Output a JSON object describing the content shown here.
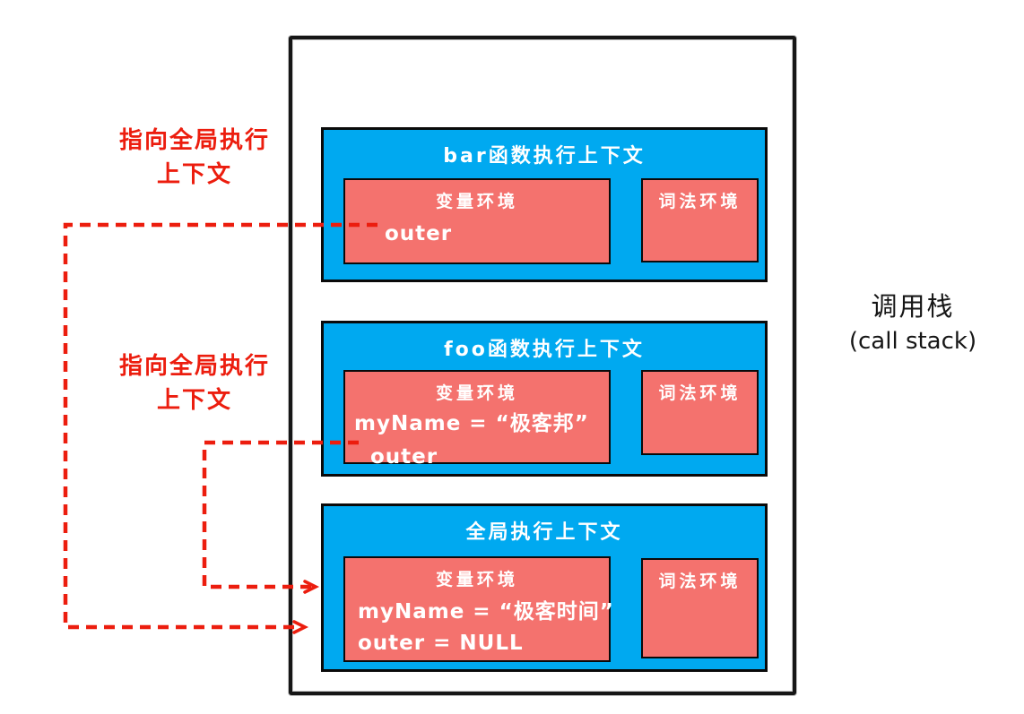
{
  "stack_label": {
    "zh": "调用栈",
    "en": "(call stack)"
  },
  "pointer_labels": [
    {
      "line1": "指向全局执行",
      "line2": "上下文"
    },
    {
      "line1": "指向全局执行",
      "line2": "上下文"
    }
  ],
  "contexts": [
    {
      "title": "bar函数执行上下文",
      "variable_env": {
        "title": "变量环境",
        "rows": [
          "outer"
        ]
      },
      "lexical_env": {
        "title": "词法环境"
      }
    },
    {
      "title": "foo函数执行上下文",
      "variable_env": {
        "title": "变量环境",
        "rows": [
          "myName = “极客邦”",
          "outer"
        ]
      },
      "lexical_env": {
        "title": "词法环境"
      }
    },
    {
      "title": "全局执行上下文",
      "variable_env": {
        "title": "变量环境",
        "rows": [
          "myName = “极客时间”",
          "outer = NULL"
        ]
      },
      "lexical_env": {
        "title": "词法环境"
      }
    }
  ],
  "colors": {
    "context_blue": "#00A9F0",
    "env_salmon": "#F4726E",
    "arrow_red": "#EC1D0E",
    "ink_black": "#161616"
  }
}
